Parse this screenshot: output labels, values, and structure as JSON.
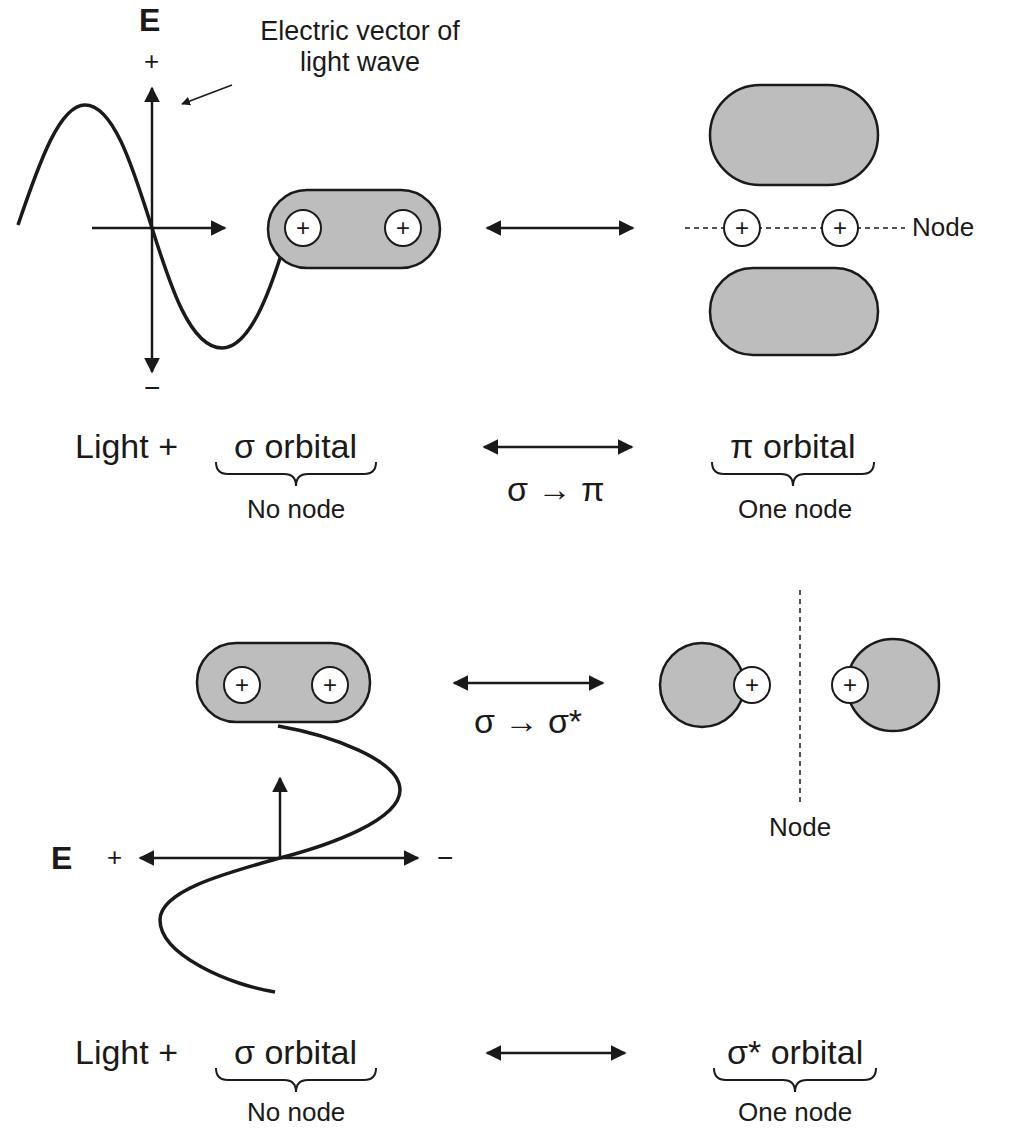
{
  "diagram": {
    "nodes": [
      {
        "text": [
          "+"
        ]
      },
      {
        "text": [
          "+"
        ]
      },
      {
        "text": [
          "+"
        ]
      },
      {
        "text": [
          "+"
        ]
      },
      {
        "text": [
          "+"
        ]
      },
      {
        "text": [
          "+"
        ]
      },
      {
        "text": [
          "+"
        ]
      },
      {
        "text": [
          "+"
        ]
      }
    ],
    "labels": [
      "E",
      "Electric vector of light wave",
      "+",
      "−",
      "Node",
      "Light +",
      "σ orbital",
      "No node",
      "σ → π",
      "π orbital",
      "One node",
      "E",
      "+",
      "−",
      "σ → σ*",
      "Node",
      "Light +",
      "σ orbital",
      "No node",
      "σ* orbital",
      "One node"
    ]
  }
}
